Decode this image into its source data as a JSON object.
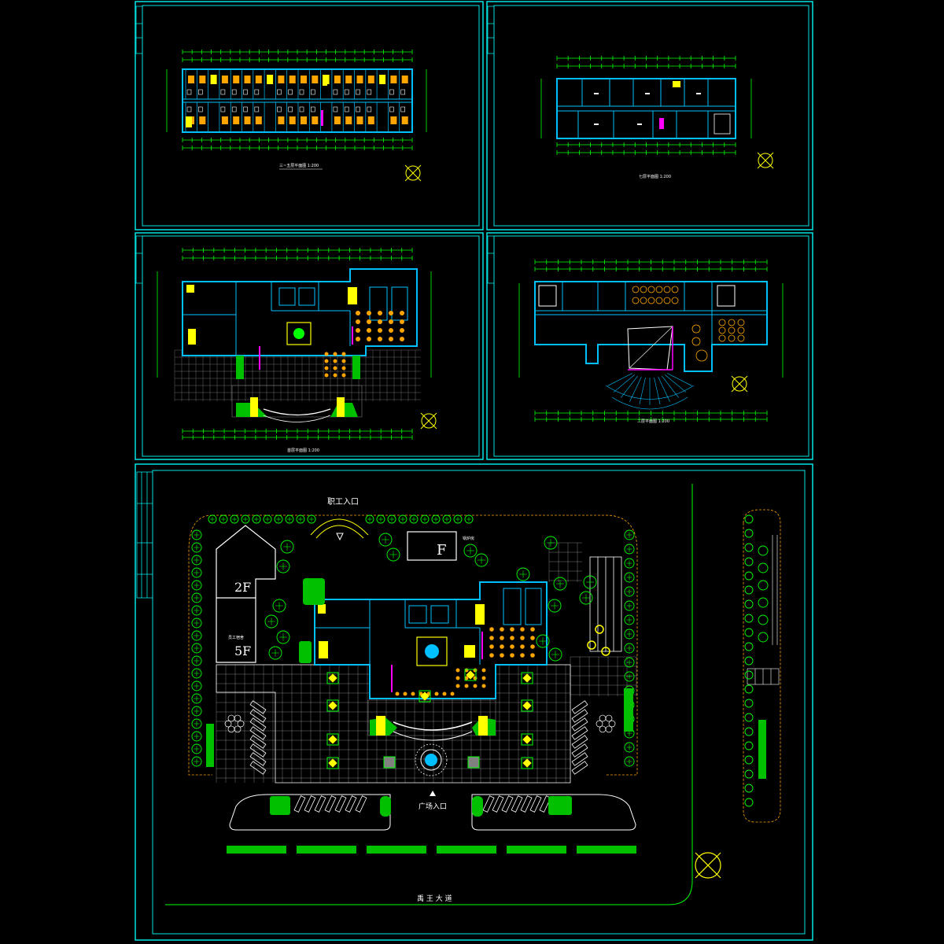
{
  "drawing": {
    "colors": {
      "background": "#000000",
      "frame": "#00e5e5",
      "wall": "#00bfff",
      "dim": "#00ff00",
      "furniture": "#ffa500",
      "highlight": "#ffff00",
      "accent": "#ff00ff",
      "landscape": "#00c000",
      "white": "#ffffff"
    },
    "site_plan": {
      "staff_entrance": "职工入口",
      "plaza_entrance": "广场入口",
      "road_name": "禹 王 大 道",
      "block_2f": "2F",
      "block_5f": "5F",
      "block_f": "F"
    }
  }
}
